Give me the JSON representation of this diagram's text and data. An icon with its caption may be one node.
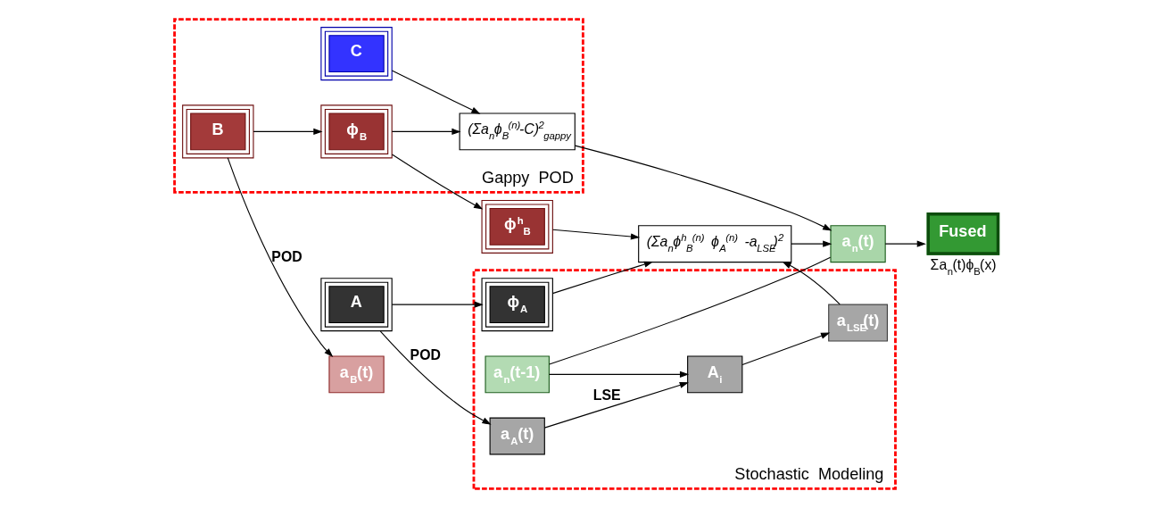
{
  "diagram": {
    "nodes": [
      {
        "text": [
          "Stochastic Modeling"
        ]
      },
      {
        "text": [
          "A"
        ]
      },
      {
        "text": [
          "a$_{A}$(t)"
        ],
        "in": 0
      },
      {
        "text": [
          "A$_{i}$"
        ],
        "in": 0
      },
      {
        "text": [
          "a$_{LSE}$(t)"
        ],
        "in": 0
      },
      {
        "text": [
          "ϕ$_{A}$"
        ],
        "in": 0
      },
      {
        "text": [
          "a$_{n}$(t-1)"
        ],
        "in": 0
      },
      {
        "text": [
          "Gappy POD"
        ]
      },
      {
        "text": [
          "B"
        ],
        "in": 7
      },
      {
        "text": [
          "a$_{B}$(t)"
        ]
      },
      {
        "text": [
          "ϕ$_{B}$"
        ],
        "in": 7
      },
      {
        "text": [
          "ϕ$^{h}$$_{B}$"
        ]
      },
      {
        "text": [
          "(Σa$_{n}$ϕ$^{h}$$_{B}$$^{(n)}$ ϕ$_{A}$$^{(n)}$ -a$_{LSE}$)$^{2}$"
        ]
      },
      {
        "text": [
          "C"
        ],
        "in": 7
      },
      {
        "text": [
          "(Σa$_{n}$ϕ$_{B}$$^{(n)}$-C)$^{2}$$_{gappy}$"
        ],
        "in": 7
      },
      {
        "text": [
          "a$_{n}$(t)"
        ]
      },
      {
        "text": [
          "Fused"
        ],
        "beside": [
          "Σa$_{n}$(t)ϕ$_{B}$(x)"
        ]
      }
    ],
    "edges": [
      {
        "from": 1,
        "to": 2,
        "arrow": "to",
        "label": "POD"
      },
      {
        "from": 1,
        "to": 5,
        "arrow": "to"
      },
      {
        "from": 2,
        "to": 3,
        "arrow": "to",
        "label": "LSE"
      },
      {
        "from": 3,
        "to": 4,
        "arrow": "to"
      },
      {
        "from": 6,
        "to": 3,
        "arrow": "to"
      },
      {
        "from": 4,
        "to": 12,
        "arrow": "to"
      },
      {
        "from": 5,
        "to": 12,
        "arrow": "to"
      },
      {
        "from": 8,
        "to": 9,
        "arrow": "to",
        "label": "POD"
      },
      {
        "from": 8,
        "to": 10,
        "arrow": "to"
      },
      {
        "from": 10,
        "to": 11,
        "arrow": "to"
      },
      {
        "from": 11,
        "to": 12,
        "arrow": "to"
      },
      {
        "from": 10,
        "to": 14,
        "arrow": "to"
      },
      {
        "from": 13,
        "to": 14,
        "arrow": "to"
      },
      {
        "from": 12,
        "to": 15,
        "arrow": "to"
      },
      {
        "from": 14,
        "to": 15,
        "arrow": "to"
      },
      {
        "from": 15,
        "to": 16,
        "arrow": "to"
      },
      {
        "from": 15,
        "to": 6,
        "arrow": "none"
      }
    ]
  }
}
